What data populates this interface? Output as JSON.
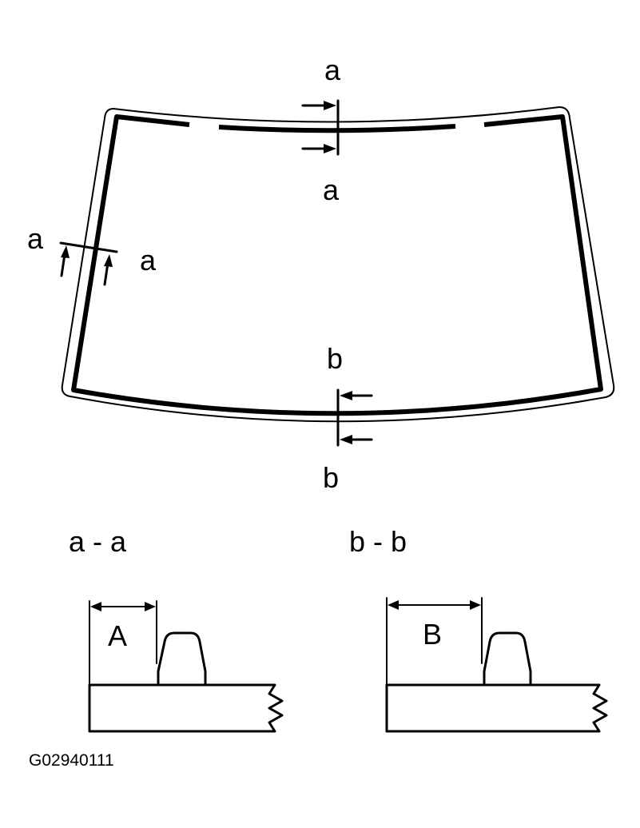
{
  "diagram": {
    "section_label_top": "a",
    "section_label_bottom": "b",
    "section_title_a": "a - a",
    "section_title_b": "b - b",
    "dimension_A": "A",
    "dimension_B": "B",
    "figure_code": "G02940111"
  }
}
